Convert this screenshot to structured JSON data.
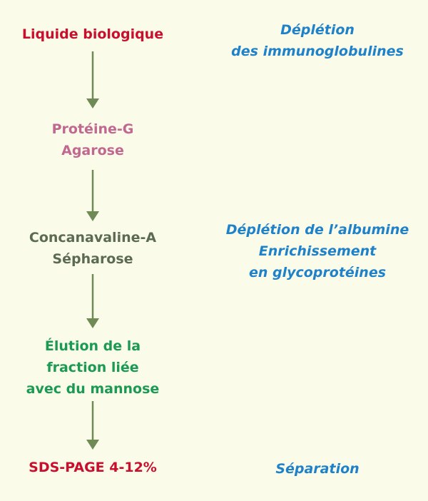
{
  "colors": {
    "background": "#fbfbe9",
    "step_red": "#c8102e",
    "step_pink": "#c0688f",
    "step_olive": "#5b6b52",
    "step_green": "#1a9a52",
    "note_blue": "#1f82c8",
    "arrow": "#6f8a55"
  },
  "steps": [
    {
      "lines": [
        "Liquide biologique"
      ]
    },
    {
      "lines": [
        "Protéine-G",
        "Agarose"
      ]
    },
    {
      "lines": [
        "Concanavaline-A",
        "Sépharose"
      ]
    },
    {
      "lines": [
        "Élution de la",
        "fraction liée",
        "avec du mannose"
      ]
    },
    {
      "lines": [
        "SDS-PAGE 4-12%"
      ]
    }
  ],
  "notes": [
    {
      "lines": [
        "Déplétion",
        "des immunoglobulines"
      ]
    },
    {
      "lines": [
        "Déplétion de l’albumine",
        "Enrichissement",
        "en glycoprotéines"
      ]
    },
    {
      "lines": [
        "Séparation"
      ]
    }
  ]
}
